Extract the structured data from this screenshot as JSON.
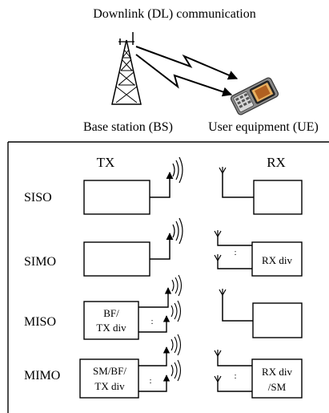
{
  "title": "Downlink (DL) communication",
  "bs_label": "Base station (BS)",
  "ue_label": "User equipment (UE)",
  "tx_header": "TX",
  "rx_header": "RX",
  "rows": [
    {
      "name": "SISO",
      "tx_box": [],
      "rx_box": []
    },
    {
      "name": "SIMO",
      "tx_box": [],
      "rx_box": [
        "RX div"
      ]
    },
    {
      "name": "MISO",
      "tx_box": [
        "BF/",
        "TX div"
      ],
      "rx_box": []
    },
    {
      "name": "MIMO",
      "tx_box": [
        "SM/BF/",
        "TX div"
      ],
      "rx_box": [
        "RX div",
        "/SM"
      ]
    }
  ],
  "colors": {
    "line": "#000000",
    "background": "#ffffff"
  },
  "icons": [
    "tower-icon",
    "phone-icon",
    "lightning-arrow-icon",
    "antenna-icon",
    "wave-icon"
  ]
}
